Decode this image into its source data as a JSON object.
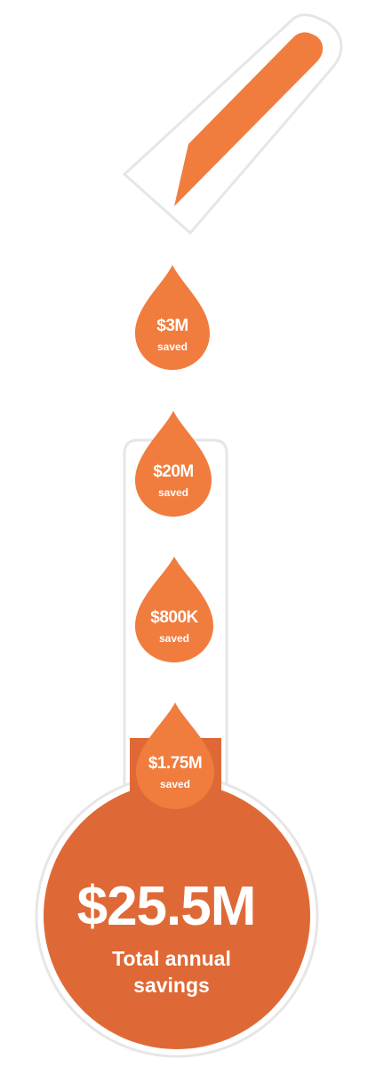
{
  "colors": {
    "drop": "#f07c3e",
    "dropper": "#f07c3e",
    "bulb": "#df6936",
    "fill": "#df6936",
    "outline": "#e6e6e6"
  },
  "drops": [
    {
      "value": "$3M",
      "label": "saved"
    },
    {
      "value": "$20M",
      "label": "saved"
    },
    {
      "value": "$800K",
      "label": "saved"
    },
    {
      "value": "$1.75M",
      "label": "saved"
    }
  ],
  "total": {
    "value": "$25.5M",
    "label_line1": "Total annual",
    "label_line2": "savings"
  }
}
